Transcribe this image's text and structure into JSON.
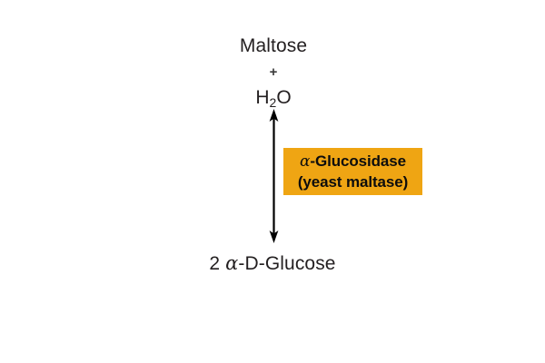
{
  "diagram": {
    "type": "chemical-reaction-equation",
    "background_color": "#ffffff",
    "reactants": {
      "substrate": "Maltose",
      "plus": "+",
      "cosubstrate_element": "H",
      "cosubstrate_subscript": "2",
      "cosubstrate_element2": "O",
      "cosubstrate_full": "H2O"
    },
    "arrow": {
      "name": "double-headed-vertical-arrow",
      "direction": "bidirectional",
      "color": "#000000",
      "orientation": "vertical"
    },
    "enzyme_label": {
      "background_color": "#efa513",
      "text_color": "#0d0d0d",
      "alpha_glyph": "α",
      "line1_rest": "-Glucosidase",
      "line1_full": "α-Glucosidase",
      "line2": "(yeast maltase)"
    },
    "products": {
      "coefficient": "2",
      "alpha_glyph": "α",
      "rest": "-D-Glucose",
      "full": "2 α-D-Glucose"
    }
  }
}
